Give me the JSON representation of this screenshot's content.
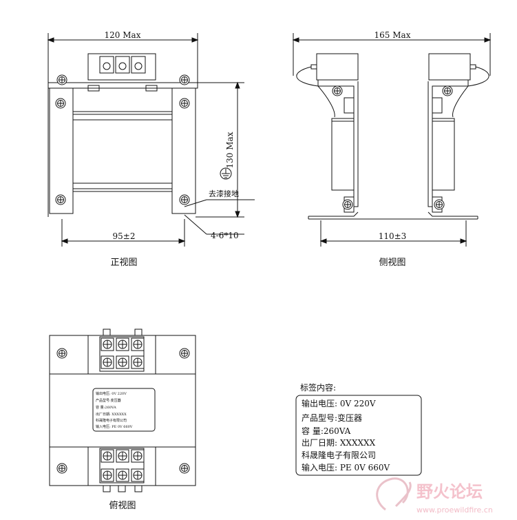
{
  "front_view": {
    "caption": "正视图",
    "width_dim": "120 Max",
    "height_dim": "130 Max",
    "mount_dim": "95±2",
    "hole_dim": "4-6*10",
    "ground_note": "去漆接地"
  },
  "side_view": {
    "caption": "侧视图",
    "width_dim": "165 Max",
    "mount_dim": "110±3"
  },
  "top_view": {
    "caption": "俯视图",
    "plate_lines": [
      "输出电压: 0V 220V",
      "产品型号:变压器",
      "容 量:260VA",
      "出厂日期: XXXXXX",
      "科晟隆电子有限公司",
      "输入电压: PE 0V 660V"
    ]
  },
  "label": {
    "heading": "标签内容:",
    "line1": "输出电压: 0V      220V",
    "line2": "产品型号:变压器",
    "line3": "容    量:260VA",
    "line4": "出厂日期: XXXXXX",
    "line5": "科晟隆电子有限公司",
    "line6": "输入电压: PE   0V     660V"
  },
  "watermark": {
    "cn": "野火论坛",
    "url": "www.proewildfire.cn"
  }
}
